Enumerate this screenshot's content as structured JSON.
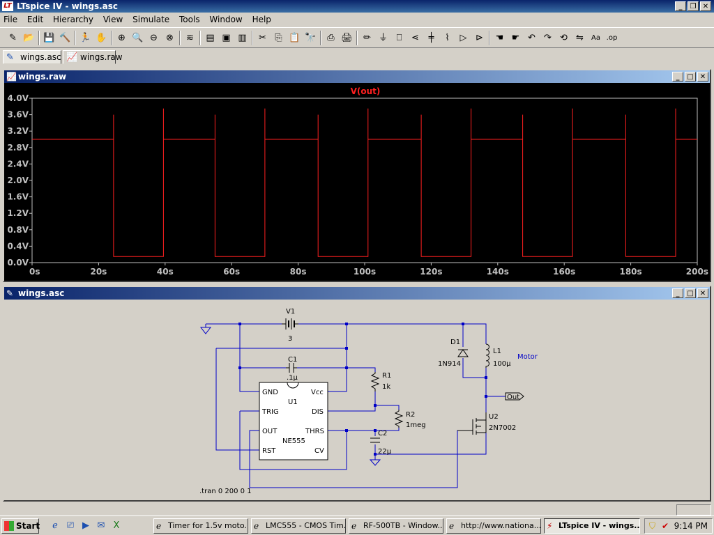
{
  "app": {
    "title": "LTspice IV - wings.asc",
    "logo": "LT",
    "menu": [
      "File",
      "Edit",
      "Hierarchy",
      "View",
      "Simulate",
      "Tools",
      "Window",
      "Help"
    ]
  },
  "toolbar": {
    "icons": [
      "new-schematic-icon",
      "open-icon",
      "save-icon",
      "control-panel-icon",
      "run-icon",
      "halt-icon",
      "zoom-in-icon",
      "zoom-pan-icon",
      "zoom-out-icon",
      "zoom-cancel-icon",
      "plot-settings-icon",
      "tile-horizontal-icon",
      "cascade-icon",
      "tile-vertical-icon",
      "cut-icon",
      "copy-icon",
      "paste-icon",
      "find-icon",
      "print-setup-icon",
      "print-icon",
      "draw-wire-icon",
      "ground-icon",
      "label-net-icon",
      "resistor-icon",
      "capacitor-icon",
      "inductor-icon",
      "diode-icon",
      "component-icon",
      "move-icon",
      "drag-icon",
      "undo-icon",
      "redo-icon",
      "rotate-icon",
      "mirror-icon",
      "text-icon",
      "spice-directive-icon"
    ],
    "glyphs": [
      "✎",
      "📂",
      "💾",
      "🔨",
      "🏃",
      "✋",
      "⊕",
      "🔍",
      "⊖",
      "⊗",
      "≋",
      "▤",
      "▣",
      "▥",
      "✂",
      "⎘",
      "📋",
      "🔭",
      "⎙",
      "🖨",
      "✏",
      "⏚",
      "⎕",
      "⋖",
      "╪",
      "⌇",
      "▷",
      "⊳",
      "☚",
      "☛",
      "↶",
      "↷",
      "⟲",
      "⇋",
      "Aa",
      ".op"
    ]
  },
  "tabs": [
    {
      "label": "wings.asc",
      "icon": "schematic-icon",
      "glyph": "✎"
    },
    {
      "label": "wings.raw",
      "icon": "waveform-icon",
      "glyph": "📈"
    }
  ],
  "plot_window": {
    "title": "wings.raw",
    "icon_glyph": "📈",
    "ctrl": [
      "_",
      "□",
      "✕"
    ]
  },
  "chart_data": {
    "type": "line",
    "title": "V(out)",
    "xlabel": "",
    "ylabel": "",
    "x_ticks": [
      "0s",
      "20s",
      "40s",
      "60s",
      "80s",
      "100s",
      "120s",
      "140s",
      "160s",
      "180s",
      "200s"
    ],
    "y_ticks": [
      "0.0V",
      "0.4V",
      "0.8V",
      "1.2V",
      "1.6V",
      "2.0V",
      "2.4V",
      "2.8V",
      "3.2V",
      "3.6V",
      "4.0V"
    ],
    "xlim": [
      0,
      200
    ],
    "ylim": [
      0,
      4.0
    ],
    "color": "#ff2020",
    "grid": false,
    "series": [
      {
        "x": [
          0,
          24.5,
          24.5,
          24.5,
          39.5,
          39.5,
          39.5,
          55.0,
          55.0,
          55.0,
          70.0,
          70.0,
          70.0,
          86.0,
          86.0,
          86.0,
          101.0,
          101.0,
          101.0,
          117.0,
          117.0,
          117.0,
          132.0,
          132.0,
          132.0,
          147.5,
          147.5,
          147.5,
          162.5,
          162.5,
          162.5,
          178.5,
          178.5,
          178.5,
          193.5,
          193.5,
          193.5,
          200
        ],
        "y": [
          3.0,
          3.0,
          3.6,
          0.15,
          0.15,
          3.75,
          3.0,
          3.0,
          3.6,
          0.15,
          0.15,
          3.75,
          3.0,
          3.0,
          3.6,
          0.15,
          0.15,
          3.75,
          3.0,
          3.0,
          3.6,
          0.15,
          0.15,
          3.75,
          3.0,
          3.0,
          3.6,
          0.15,
          0.15,
          3.75,
          3.0,
          3.0,
          3.6,
          0.15,
          0.15,
          3.75,
          3.0,
          3.0
        ]
      }
    ]
  },
  "schematic_window": {
    "title": "wings.asc",
    "icon_glyph": "✎",
    "ctrl": [
      "_",
      "□",
      "✕"
    ]
  },
  "schematic": {
    "v1": {
      "name": "V1",
      "value": "3"
    },
    "c1": {
      "name": "C1",
      "value": ".1µ"
    },
    "r1": {
      "name": "R1",
      "value": "1k"
    },
    "r2": {
      "name": "R2",
      "value": "1meg"
    },
    "c2": {
      "name": "C2",
      "value": "22µ"
    },
    "d1": {
      "name": "D1",
      "value": "1N914"
    },
    "l1": {
      "name": "L1",
      "value": "100µ"
    },
    "motor": "Motor",
    "u2": {
      "name": "U2",
      "value": "2N7002"
    },
    "out_label": "Out",
    "u1": {
      "name": "U1",
      "part": "NE555",
      "pins": {
        "gnd": "GND",
        "vcc": "Vcc",
        "trig": "TRIG",
        "dis": "DIS",
        "out": "OUT",
        "thrs": "THRS",
        "rst": "RST",
        "cv": "CV"
      }
    },
    "directive": ".tran 0 200 0 1",
    "wire_color": "#0000c8",
    "component_color": "#000000"
  },
  "taskbar": {
    "start": "Start",
    "quicklaunch": [
      "ie-icon",
      "explorer-icon",
      "media-player-icon",
      "outlook-icon",
      "excel-icon"
    ],
    "ql_glyphs": [
      "ℯ",
      "⎚",
      "▶",
      "✉",
      "X"
    ],
    "tasks": [
      {
        "label": "Timer for 1.5v moto...",
        "active": false
      },
      {
        "label": "LMC555 - CMOS Tim...",
        "active": false
      },
      {
        "label": "RF-500TB - Window...",
        "active": false
      },
      {
        "label": "http://www.nationa...",
        "active": false
      },
      {
        "label": "LTspice IV - wings...",
        "active": true
      }
    ],
    "clock": "9:14 PM"
  }
}
